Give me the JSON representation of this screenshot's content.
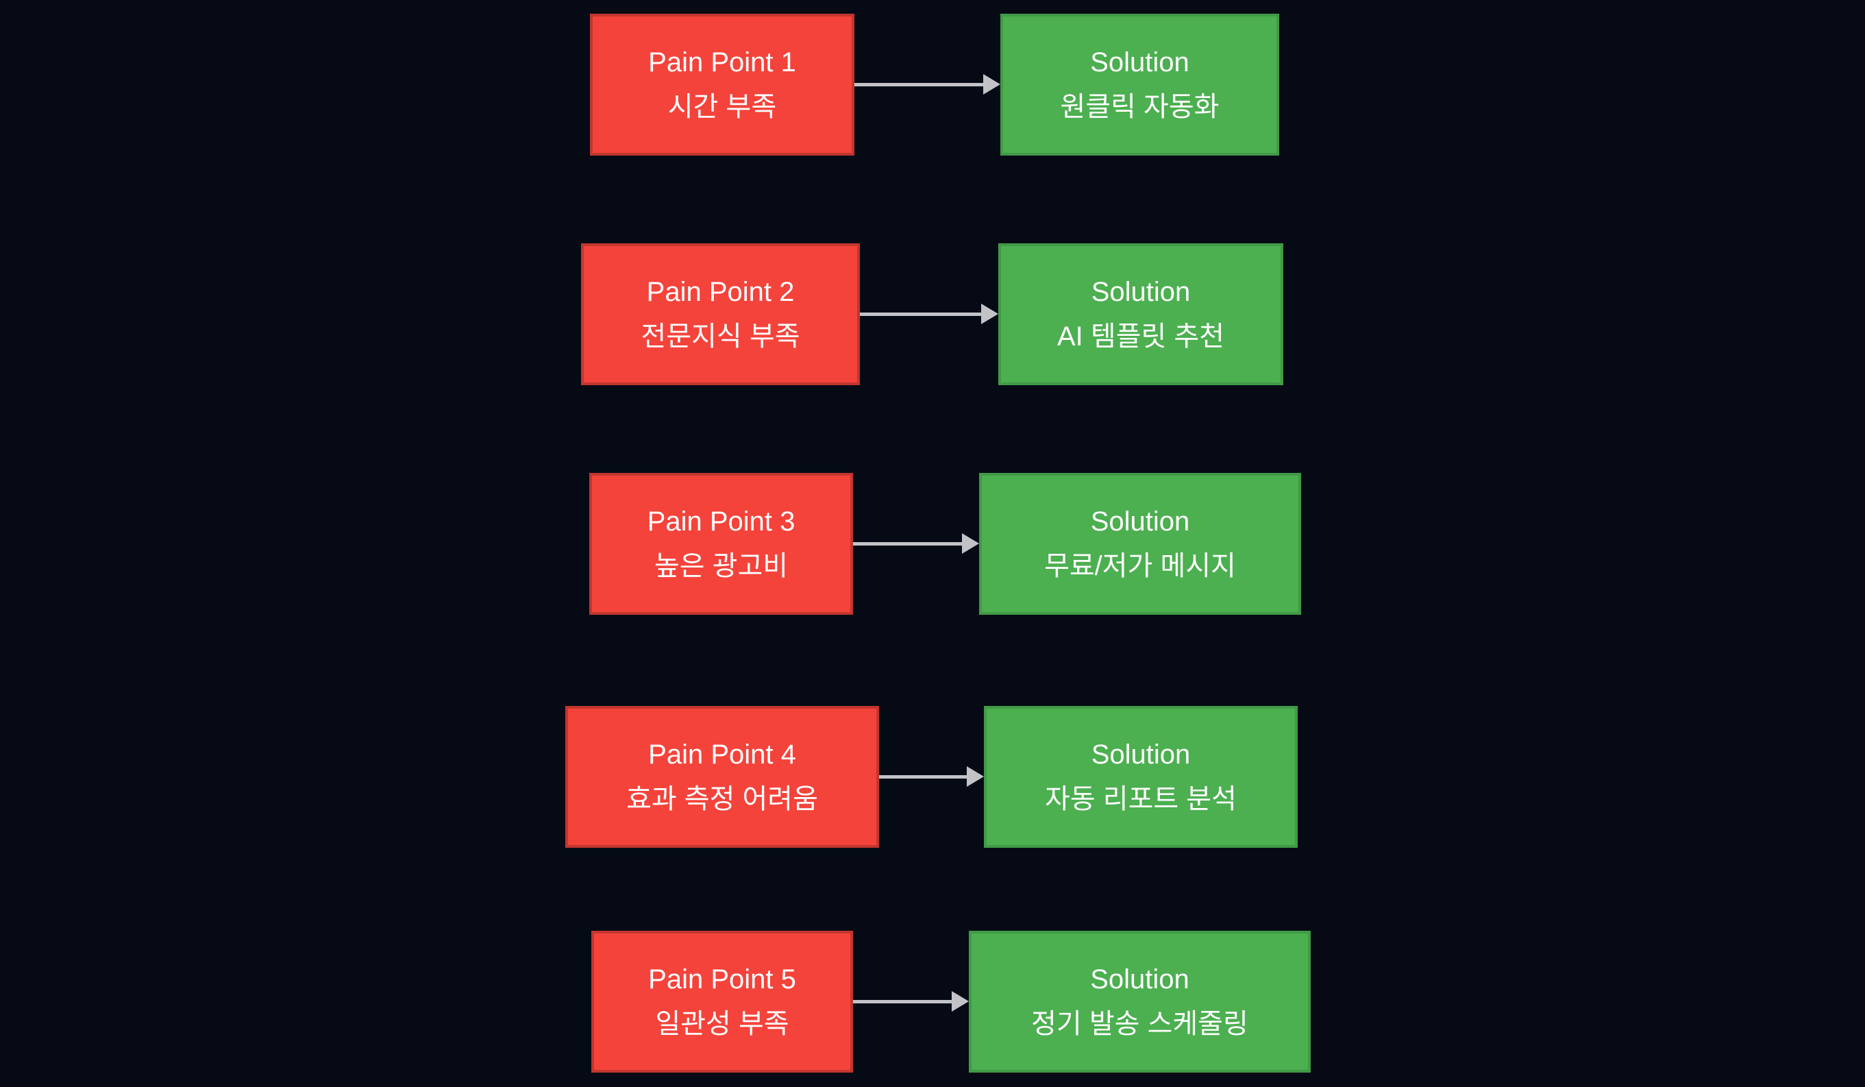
{
  "colors": {
    "background": "#050a15",
    "pain": "#f4433b",
    "pain_border": "#c2362e",
    "solution": "#4caf50",
    "solution_border": "#419a46",
    "arrow": "#c3c3c7",
    "text": "#ffffff"
  },
  "rows": [
    {
      "pain_title": "Pain Point 1",
      "pain_text": "시간 부족",
      "solution_title": "Solution",
      "solution_text": "원클릭 자동화"
    },
    {
      "pain_title": "Pain Point 2",
      "pain_text": "전문지식 부족",
      "solution_title": "Solution",
      "solution_text": "AI 템플릿 추천"
    },
    {
      "pain_title": "Pain Point 3",
      "pain_text": "높은 광고비",
      "solution_title": "Solution",
      "solution_text": "무료/저가 메시지"
    },
    {
      "pain_title": "Pain Point 4",
      "pain_text": "효과 측정 어려움",
      "solution_title": "Solution",
      "solution_text": "자동 리포트 분석"
    },
    {
      "pain_title": "Pain Point 5",
      "pain_text": "일관성 부족",
      "solution_title": "Solution",
      "solution_text": "정기 발송 스케줄링"
    }
  ]
}
